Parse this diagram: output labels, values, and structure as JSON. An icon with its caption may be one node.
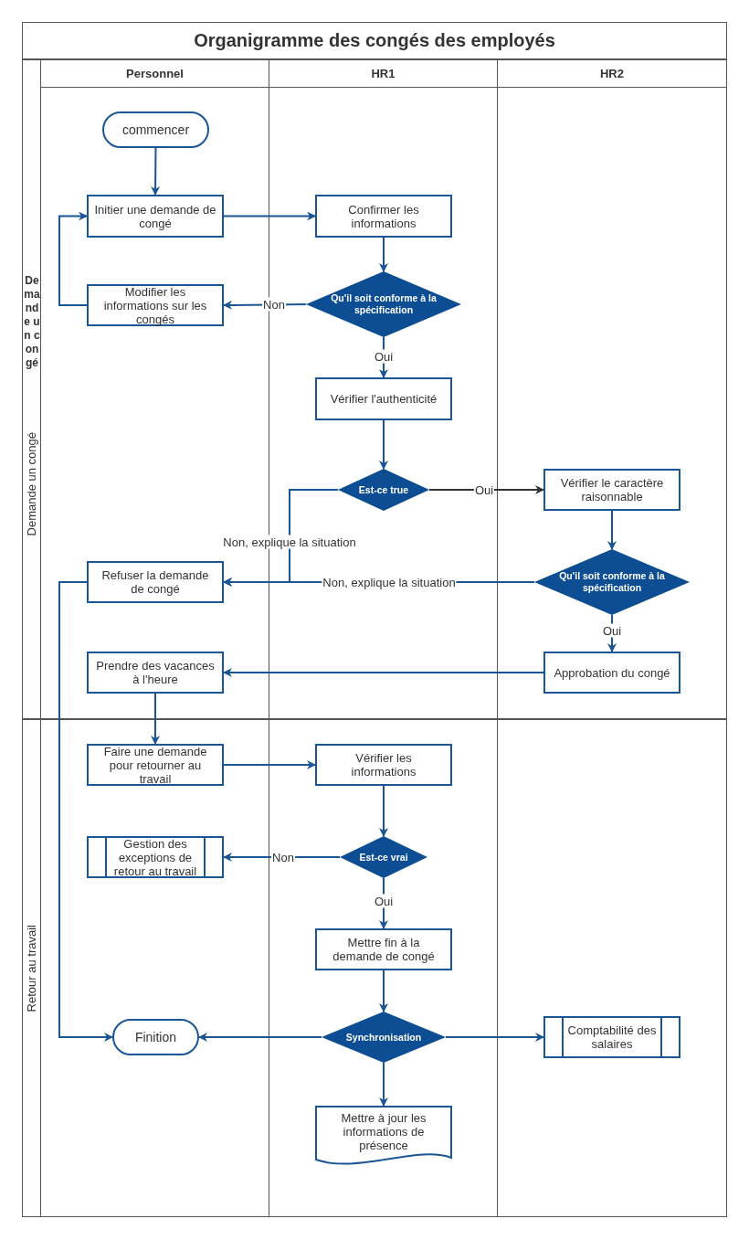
{
  "diagram": {
    "title": "Organigramme des congés des employés",
    "nodes": [
      {
        "text": [
          "Personnel"
        ]
      },
      {
        "text": [
          "HR1"
        ]
      },
      {
        "text": [
          "HR2"
        ]
      },
      {
        "text": [
          "Demande un congé"
        ]
      },
      {
        "text": [
          "Retour au travail"
        ]
      },
      {
        "text": [
          "commencer"
        ],
        "in": 0
      },
      {
        "text": [
          "Initier une demande de congé"
        ],
        "in": 0
      },
      {
        "text": [
          "Confirmer les informations"
        ],
        "in": 1
      },
      {
        "text": [
          "Modifier les informations sur les congés"
        ],
        "in": 0
      },
      {
        "text": [
          "Qu'il soit conforme à la spécification"
        ],
        "in": 1
      },
      {
        "text": [
          "Vérifier l'authenticité"
        ],
        "in": 1
      },
      {
        "text": [
          "Est-ce true"
        ],
        "in": 1
      },
      {
        "text": [
          "Vérifier le caractère raisonnable"
        ],
        "in": 2
      },
      {
        "text": [
          "Refuser la demande de congé"
        ],
        "in": 0
      },
      {
        "text": [
          "Qu'il soit conforme à la spécification"
        ],
        "in": 2
      },
      {
        "text": [
          "Prendre des vacances à l'heure"
        ],
        "in": 0
      },
      {
        "text": [
          "Approbation du congé"
        ],
        "in": 2
      },
      {
        "text": [
          "Faire une demande pour retourner au travail"
        ],
        "in": 0
      },
      {
        "text": [
          "Vérifier les informations"
        ],
        "in": 1
      },
      {
        "text": [
          "Gestion des exceptions de retour au travail"
        ],
        "in": 0
      },
      {
        "text": [
          "Est-ce vrai"
        ],
        "in": 1
      },
      {
        "text": [
          "Mettre fin à la demande de congé"
        ],
        "in": 1
      },
      {
        "text": [
          "Finition"
        ],
        "in": 0
      },
      {
        "text": [
          "Synchronisation"
        ],
        "in": 1
      },
      {
        "text": [
          "Comptabilité des salaires"
        ],
        "in": 2
      },
      {
        "text": [
          "Mettre à jour les informations de présence"
        ],
        "in": 1
      }
    ],
    "edges": [
      {
        "from": 5,
        "to": 6,
        "arrow": "to"
      },
      {
        "from": 6,
        "to": 7,
        "arrow": "to"
      },
      {
        "from": 7,
        "to": 9,
        "arrow": "to"
      },
      {
        "from": 9,
        "to": 8,
        "arrow": "to",
        "label": "Non"
      },
      {
        "from": 8,
        "to": 6,
        "arrow": "to"
      },
      {
        "from": 9,
        "to": 10,
        "arrow": "to",
        "label": "Oui"
      },
      {
        "from": 10,
        "to": 11,
        "arrow": "to"
      },
      {
        "from": 11,
        "to": 12,
        "arrow": "to",
        "label": "Oui",
        "color": "#333333"
      },
      {
        "from": 11,
        "to": 13,
        "arrow": "to",
        "label": "Non, explique la situation"
      },
      {
        "from": 14,
        "to": 13,
        "arrow": "to",
        "label": "Non, explique la situation"
      },
      {
        "from": 12,
        "to": 14,
        "arrow": "to"
      },
      {
        "from": 14,
        "to": 16,
        "arrow": "to",
        "label": "Oui"
      },
      {
        "from": 16,
        "to": 15,
        "arrow": "to"
      },
      {
        "from": 15,
        "to": 17,
        "arrow": "to"
      },
      {
        "from": 17,
        "to": 18,
        "arrow": "to"
      },
      {
        "from": 18,
        "to": 20,
        "arrow": "to"
      },
      {
        "from": 20,
        "to": 19,
        "arrow": "to",
        "label": "Non"
      },
      {
        "from": 20,
        "to": 21,
        "arrow": "to",
        "label": "Oui"
      },
      {
        "from": 21,
        "to": 23,
        "arrow": "to"
      },
      {
        "from": 23,
        "to": 22,
        "arrow": "to"
      },
      {
        "from": 23,
        "to": 24,
        "arrow": "to"
      },
      {
        "from": 23,
        "to": 25,
        "arrow": "to"
      },
      {
        "from": 13,
        "to": 22,
        "arrow": "to"
      }
    ],
    "labels": [
      "Demande un congé"
    ]
  }
}
